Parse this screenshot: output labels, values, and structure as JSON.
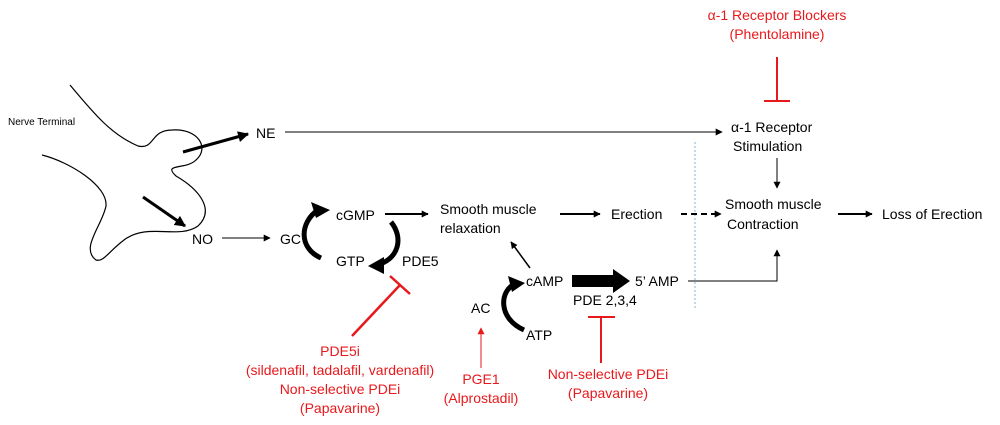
{
  "colors": {
    "text": "#000000",
    "inhibitor": "#e8191c",
    "divider": "#7fb2d5",
    "line": "#000000"
  },
  "labels": {
    "nerve_terminal": "Nerve Terminal",
    "ne": "NE",
    "no": "NO",
    "gc": "GC",
    "cgmp": "cGMP",
    "gtp": "GTP",
    "pde5": "PDE5",
    "smooth_relax_1": "Smooth muscle",
    "smooth_relax_2": "relaxation",
    "erection": "Erection",
    "alpha1_1": "α-1 Receptor",
    "alpha1_2": "Stimulation",
    "contraction_1": "Smooth muscle",
    "contraction_2": "Contraction",
    "loss": "Loss of Erection",
    "ac": "AC",
    "camp": "cAMP",
    "atp": "ATP",
    "amp5": "5’ AMP",
    "pde234": "PDE 2,3,4"
  },
  "inhibitors": {
    "alpha_blockers_1": "α-1 Receptor Blockers",
    "alpha_blockers_2": "(Phentolamine)",
    "pde5i_1": "PDE5i",
    "pde5i_2": "(sildenafil, tadalafil, vardenafil)",
    "pde5i_3": "Non-selective PDEi",
    "pde5i_4": "(Papavarine)",
    "pge1_1": "PGE1",
    "pge1_2": "(Alprostadil)",
    "nonsel_1": "Non-selective PDEi",
    "nonsel_2": "(Papavarine)"
  }
}
